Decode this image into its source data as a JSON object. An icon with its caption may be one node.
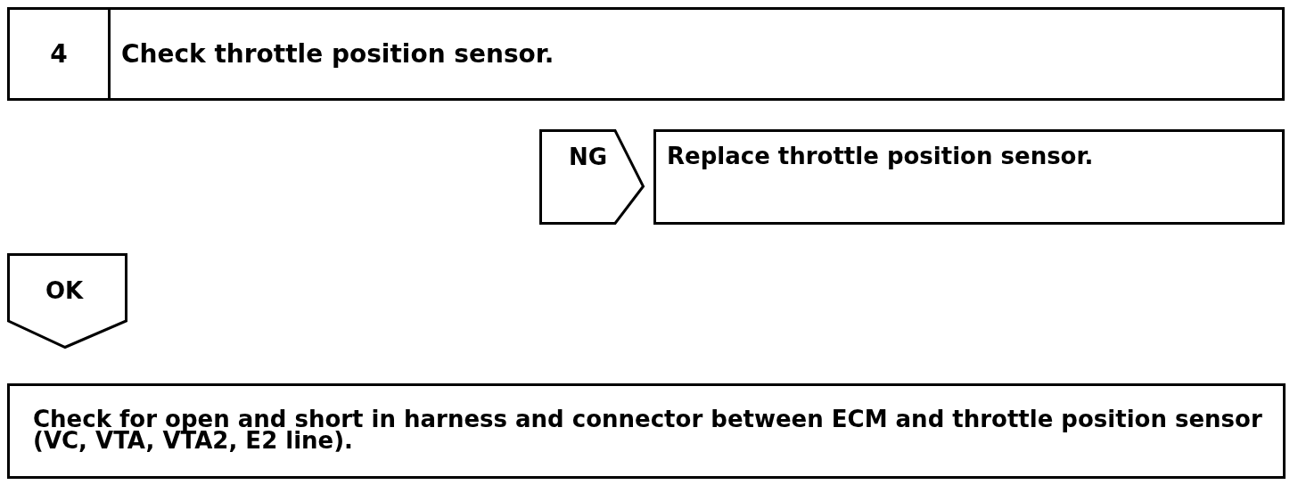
{
  "diagram": {
    "nodes": [
      {
        "text": [
          "4",
          "Check throttle position sensor."
        ]
      },
      {
        "text": [
          "NG"
        ]
      },
      {
        "text": [
          "Replace throttle position sensor."
        ]
      },
      {
        "text": [
          "OK"
        ]
      },
      {
        "text": [
          "Check for open and short in harness and connector between ECM and throttle position sensor (VC, VTA, VTA2, E2 line)."
        ]
      }
    ]
  }
}
